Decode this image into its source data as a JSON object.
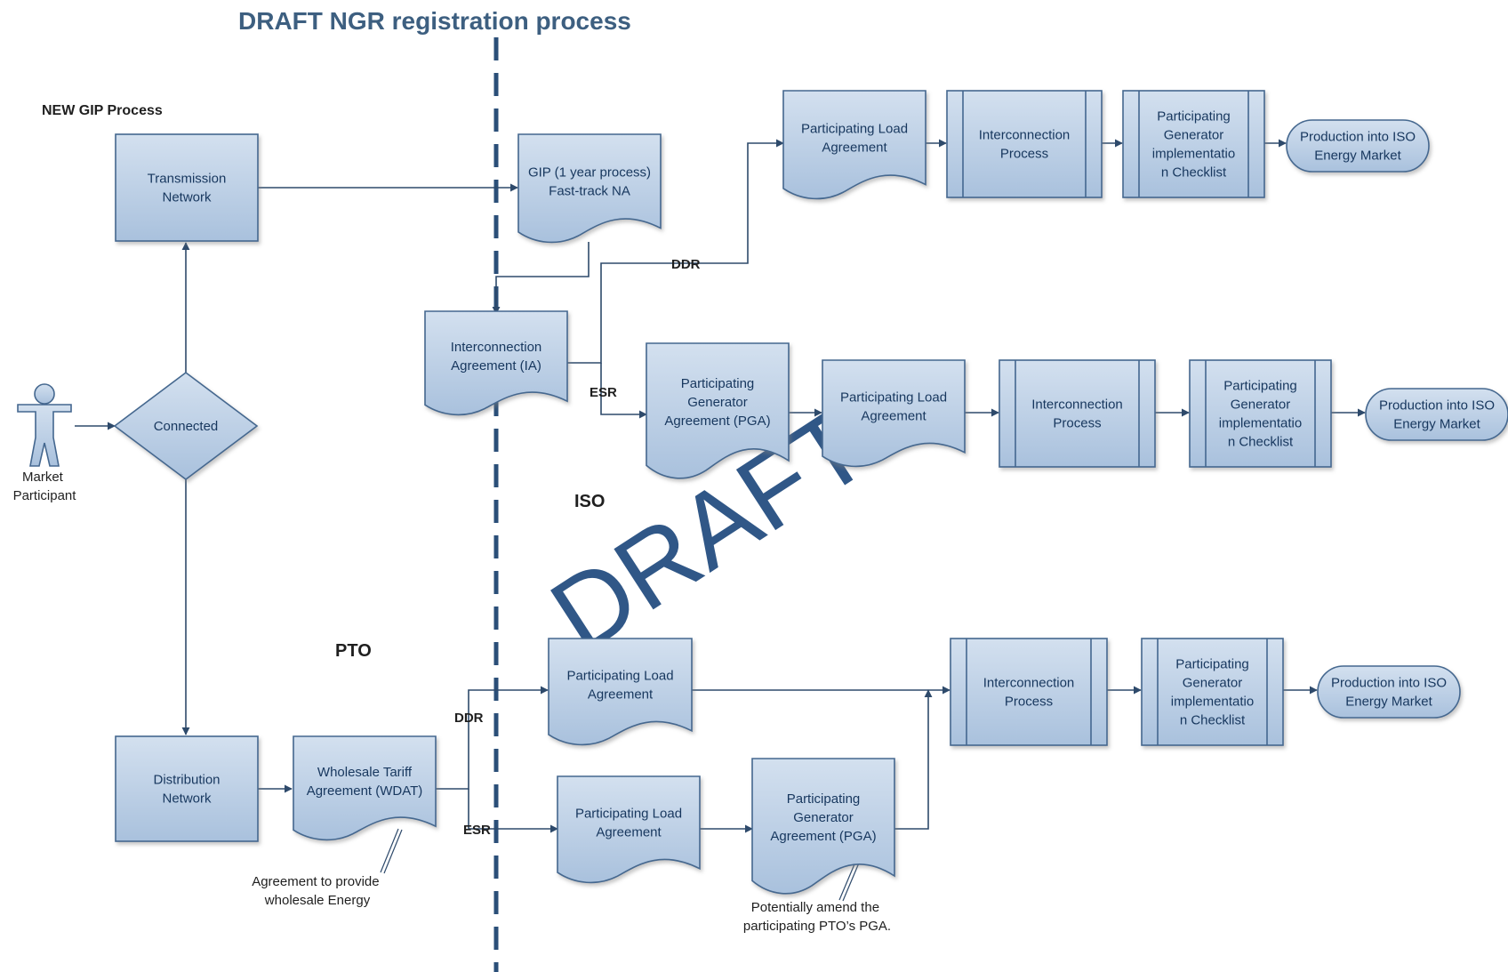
{
  "title": "DRAFT NGR registration process",
  "watermark": "DRAFT",
  "colors": {
    "box_fill": "#b9cde5",
    "box_stroke": "#44678f",
    "box_text": "#17375e",
    "line": "#2e4a6b",
    "title": "#3d5f80",
    "watermark": "#1f497d"
  },
  "section_labels": {
    "new_gip": "NEW GIP Process",
    "iso": "ISO",
    "pto": "PTO"
  },
  "actor": {
    "icon": "person-icon",
    "label": [
      "Market",
      "Participant"
    ]
  },
  "decision": {
    "label": "Connected"
  },
  "nodes": {
    "transmission": [
      "Transmission",
      "Network"
    ],
    "distribution": [
      "Distribution",
      "Network"
    ],
    "gip": [
      "GIP (1 year process)",
      "Fast-track NA"
    ],
    "ia": [
      "Interconnection",
      "Agreement (IA)"
    ],
    "wdat": [
      "Wholesale Tariff",
      "Agreement (WDAT)"
    ],
    "r1_pla": [
      "Participating Load",
      "Agreement"
    ],
    "r1_ip": [
      "Interconnection",
      "Process"
    ],
    "r1_chk": [
      "Participating",
      "Generator",
      "implementatio",
      "n Checklist"
    ],
    "r1_prod": [
      "Production into ISO",
      "Energy Market"
    ],
    "r2_pga": [
      "Participating",
      "Generator",
      "Agreement (PGA)"
    ],
    "r2_pla": [
      "Participating Load",
      "Agreement"
    ],
    "r2_ip": [
      "Interconnection",
      "Process"
    ],
    "r2_chk": [
      "Participating",
      "Generator",
      "implementatio",
      "n Checklist"
    ],
    "r2_prod": [
      "Production into ISO",
      "Energy Market"
    ],
    "r3_pla": [
      "Participating Load",
      "Agreement"
    ],
    "r3_ip": [
      "Interconnection",
      "Process"
    ],
    "r3_chk": [
      "Participating",
      "Generator",
      "implementatio",
      "n Checklist"
    ],
    "r3_prod": [
      "Production into ISO",
      "Energy Market"
    ],
    "r4_pla": [
      "Participating Load",
      "Agreement"
    ],
    "r4_pga": [
      "Participating",
      "Generator",
      "Agreement (PGA)"
    ]
  },
  "edge_labels": {
    "ddr_top": "DDR",
    "esr_top": "ESR",
    "ddr_bottom": "DDR",
    "esr_bottom": "ESR"
  },
  "annotations": {
    "wdat_note": [
      "Agreement to provide",
      "wholesale Energy"
    ],
    "pga_note": [
      "Potentially  amend the",
      "participating PTO’s  PGA."
    ]
  }
}
